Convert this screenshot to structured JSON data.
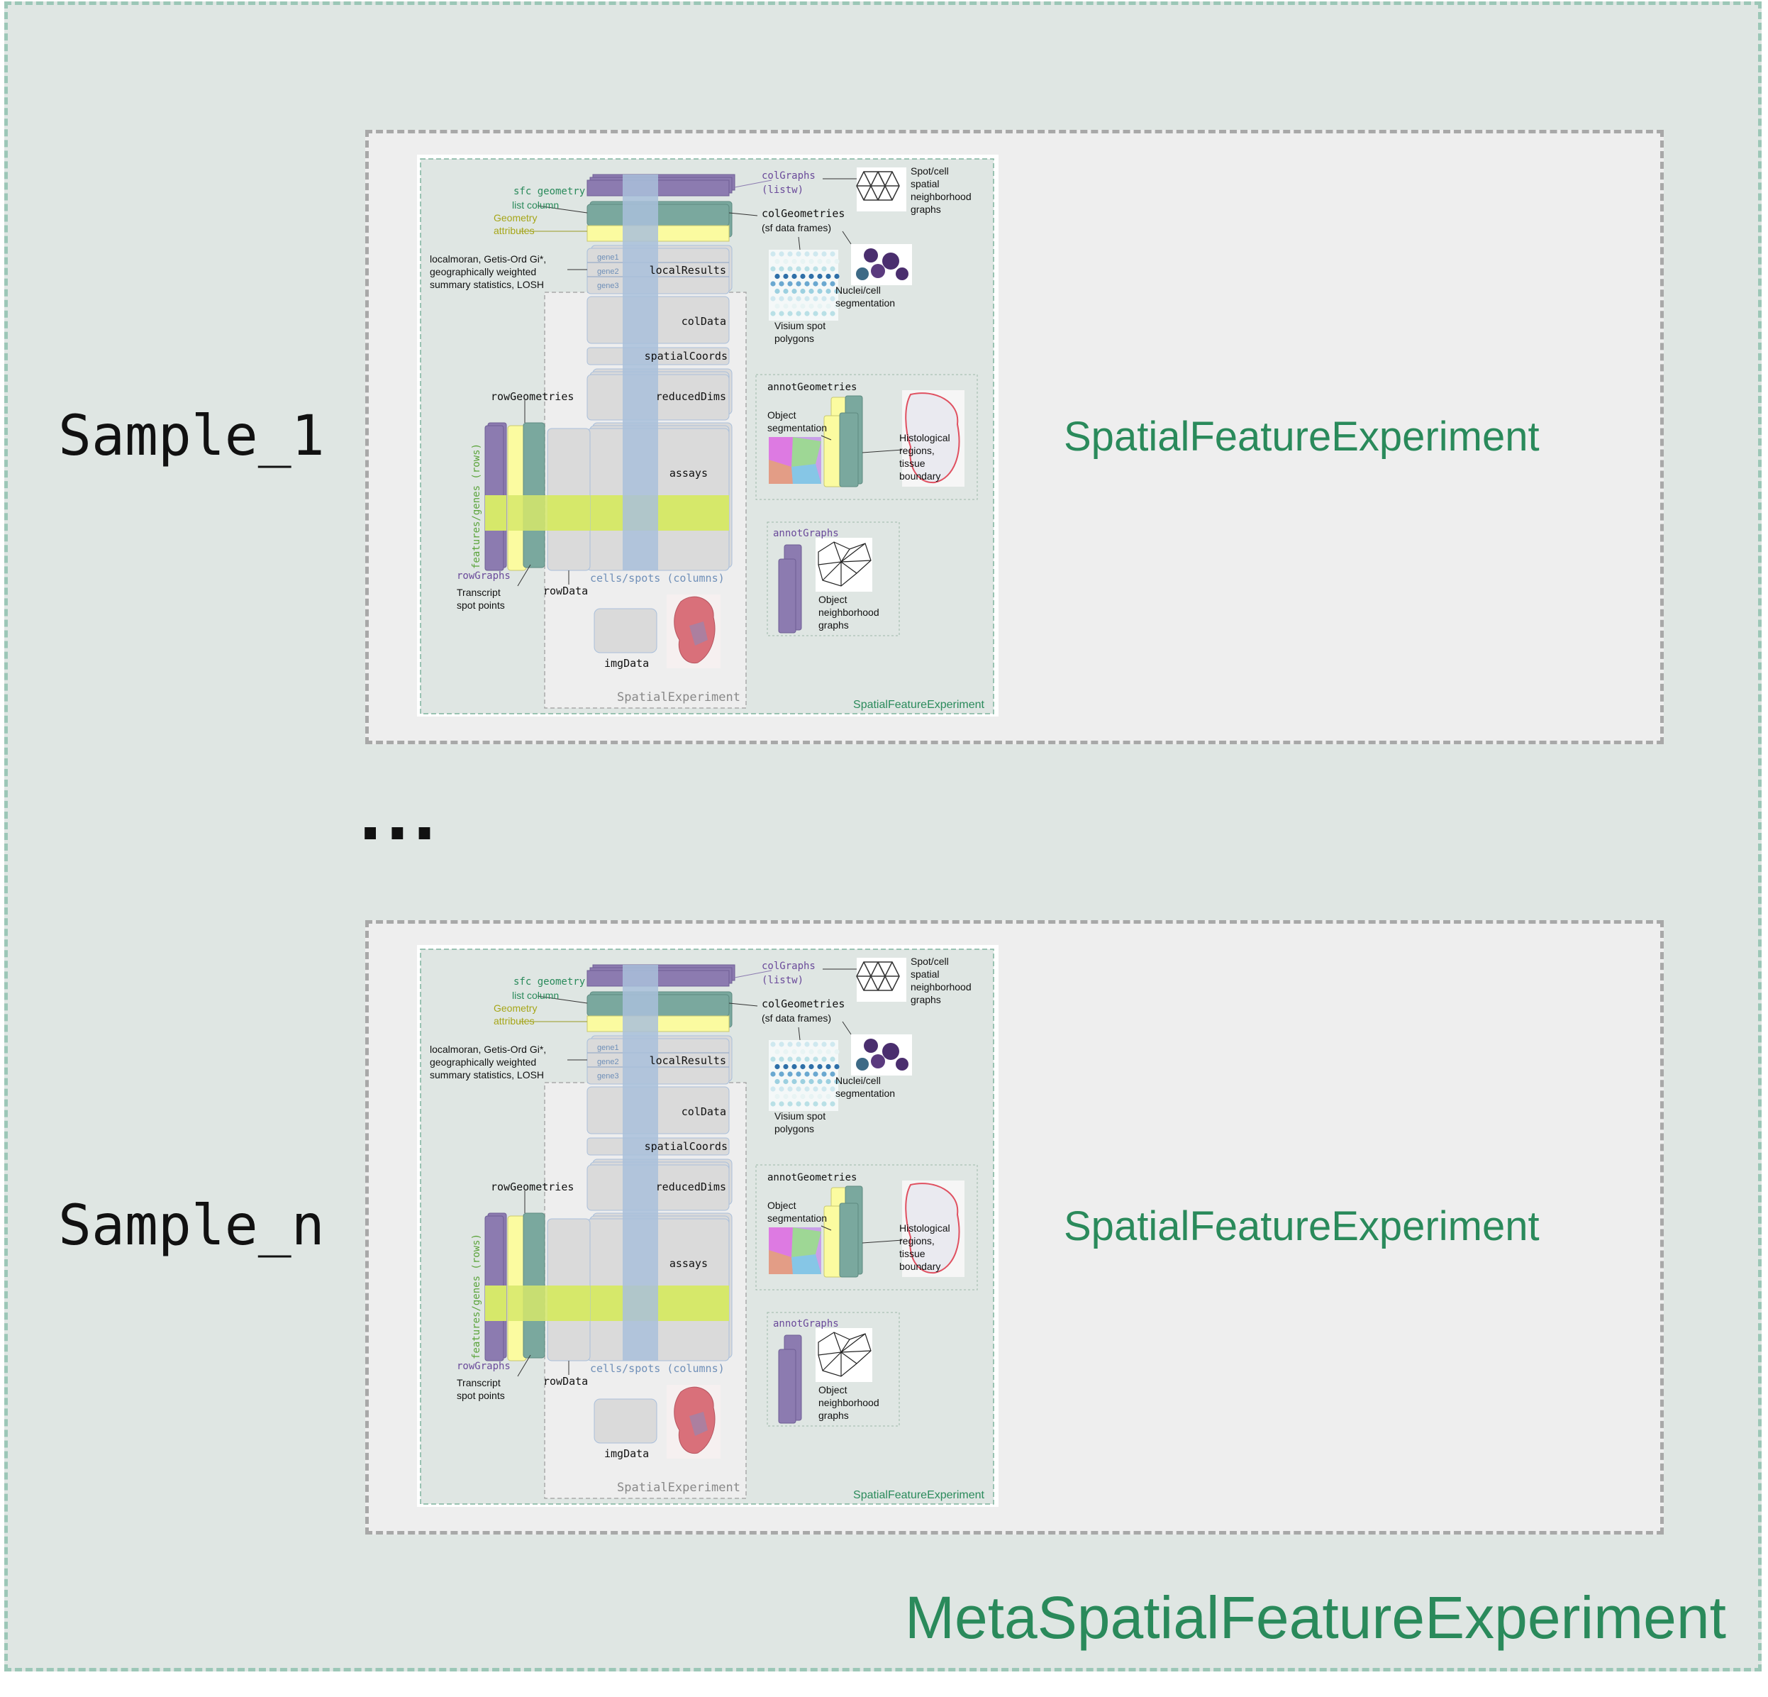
{
  "container_label": "MetaSpatialFeatureExperiment",
  "ellipsis": "...",
  "samples": [
    {
      "label": "Sample_1",
      "class_label": "SpatialFeatureExperiment"
    },
    {
      "label": "Sample_n",
      "class_label": "SpatialFeatureExperiment"
    }
  ],
  "figure": {
    "sfc_geometry": "sfc geometry",
    "list_column": "list column",
    "geometry": "Geometry",
    "attributes": "attributes",
    "colGraphs": "colGraphs",
    "listw": "(listw)",
    "colGeometries": "colGeometries",
    "sf_data_frames": "(sf data frames)",
    "spot_graph_l1": "Spot/cell",
    "spot_graph_l2": "spatial",
    "spot_graph_l3": "neighborhood",
    "spot_graph_l4": "graphs",
    "stats_l1": "localmoran, Getis-Ord Gi*,",
    "stats_l2": "geographically weighted",
    "stats_l3": "summary statistics, LOSH",
    "gene1": "gene1",
    "gene2": "gene2",
    "gene3": "gene3",
    "localResults": "localResults",
    "nuclei_l1": "Nuclei/cell",
    "nuclei_l2": "segmentation",
    "visium_l1": "Visium spot",
    "visium_l2": "polygons",
    "colData": "colData",
    "spatialCoords": "spatialCoords",
    "rowGeometries": "rowGeometries",
    "reducedDims": "reducedDims",
    "annotGeometries": "annotGeometries",
    "object_l1": "Object",
    "object_l2": "segmentation",
    "hist_l1": "Histological",
    "hist_l2": "regions,",
    "hist_l3": "tissue",
    "hist_l4": "boundary",
    "assays": "assays",
    "features_genes": "features/genes (rows)",
    "cells_spots": "cells/spots (columns)",
    "rowGraphs": "rowGraphs",
    "transcript_l1": "Transcript",
    "transcript_l2": "spot points",
    "rowData": "rowData",
    "annotGraphs": "annotGraphs",
    "objnb_l1": "Object",
    "objnb_l2": "neighborhood",
    "objnb_l3": "graphs",
    "imgData": "imgData",
    "SpatialExperiment": "SpatialExperiment",
    "SpatialFeatureExperiment": "SpatialFeatureExperiment"
  },
  "colors": {
    "outer_bg": "#dfe6e3",
    "outer_border": "#9cc7b7",
    "sample_bg": "#eeeeee",
    "sample_border": "#a8a8a8",
    "sfe_green": "#2a8a5b",
    "purple": "#8c7bb0",
    "teal": "#7aa89e",
    "yellow": "#fbfba0",
    "lime": "#d6e86a",
    "blue_band": "#a9bfdb",
    "panel_grey": "#dadada"
  }
}
